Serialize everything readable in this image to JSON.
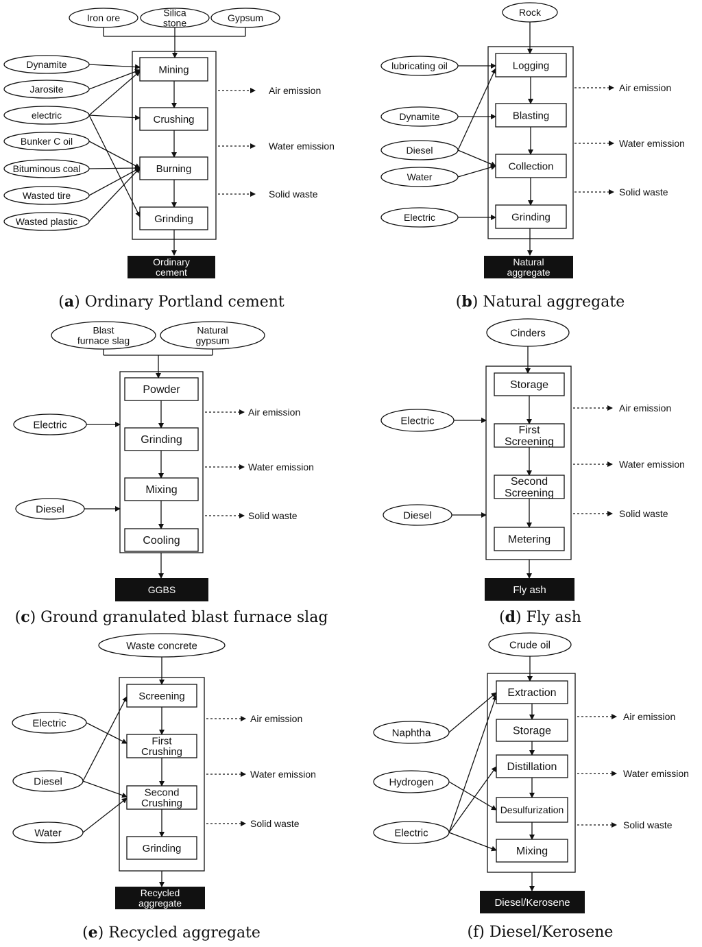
{
  "panels": [
    {
      "id": "a",
      "caption": {
        "letter": "a",
        "text": "Ordinary Portland cement"
      },
      "inputs_top": [
        "Iron ore",
        "Silica\nstone",
        "Gypsum"
      ],
      "inputs_side": [
        "Dynamite",
        "Jarosite",
        "electric",
        "Bunker C oil",
        "Bituminous coal",
        "Wasted tire",
        "Wasted plastic"
      ],
      "steps": [
        "Mining",
        "Crushing",
        "Burning",
        "Grinding"
      ],
      "emissions": [
        "Air emission",
        "Water emission",
        "Solid waste"
      ],
      "output": "Ordinary\ncement"
    },
    {
      "id": "b",
      "caption": {
        "letter": "b",
        "text": "Natural aggregate"
      },
      "inputs_top": [
        "Rock"
      ],
      "inputs_side": [
        "lubricating oil",
        "Dynamite",
        "Diesel",
        "Water",
        "Electric"
      ],
      "steps": [
        "Logging",
        "Blasting",
        "Collection",
        "Grinding"
      ],
      "emissions": [
        "Air emission",
        "Water emission",
        "Solid waste"
      ],
      "output": "Natural\naggregate"
    },
    {
      "id": "c",
      "caption": {
        "letter": "c",
        "text": "Ground granulated blast furnace slag"
      },
      "inputs_top": [
        "Blast\nfurnace slag",
        "Natural\ngypsum"
      ],
      "inputs_side": [
        "Electric",
        "Diesel"
      ],
      "steps": [
        "Powder",
        "Grinding",
        "Mixing",
        "Cooling"
      ],
      "emissions": [
        "Air emission",
        "Water emission",
        "Solid waste"
      ],
      "output": "GGBS"
    },
    {
      "id": "d",
      "caption": {
        "letter": "d",
        "text": "Fly ash"
      },
      "inputs_top": [
        "Cinders"
      ],
      "inputs_side": [
        "Electric",
        "Diesel"
      ],
      "steps": [
        "Storage",
        "First\nScreening",
        "Second\nScreening",
        "Metering"
      ],
      "emissions": [
        "Air emission",
        "Water emission",
        "Solid waste"
      ],
      "output": "Fly ash"
    },
    {
      "id": "e",
      "caption": {
        "letter": "e",
        "text": "Recycled aggregate"
      },
      "inputs_top": [
        "Waste concrete"
      ],
      "inputs_side": [
        "Electric",
        "Diesel",
        "Water"
      ],
      "steps": [
        "Screening",
        "First\nCrushing",
        "Second\nCrushing",
        "Grinding"
      ],
      "emissions": [
        "Air emission",
        "Water emission",
        "Solid waste"
      ],
      "output": "Recycled\naggregate"
    },
    {
      "id": "f",
      "caption": {
        "letter": "f",
        "text": "Diesel/Kerosene"
      },
      "inputs_top": [
        "Crude oil"
      ],
      "inputs_side": [
        "Naphtha",
        "Hydrogen",
        "Electric"
      ],
      "steps": [
        "Extraction",
        "Storage",
        "Distillation",
        "Desulfurization",
        "Mixing"
      ],
      "emissions": [
        "Air emission",
        "Water emission",
        "Solid waste"
      ],
      "output": "Diesel/Kerosene"
    }
  ],
  "colors": {
    "line": "#111111",
    "output_fill": "#111111",
    "output_text": "#ffffff",
    "background": "#ffffff"
  }
}
